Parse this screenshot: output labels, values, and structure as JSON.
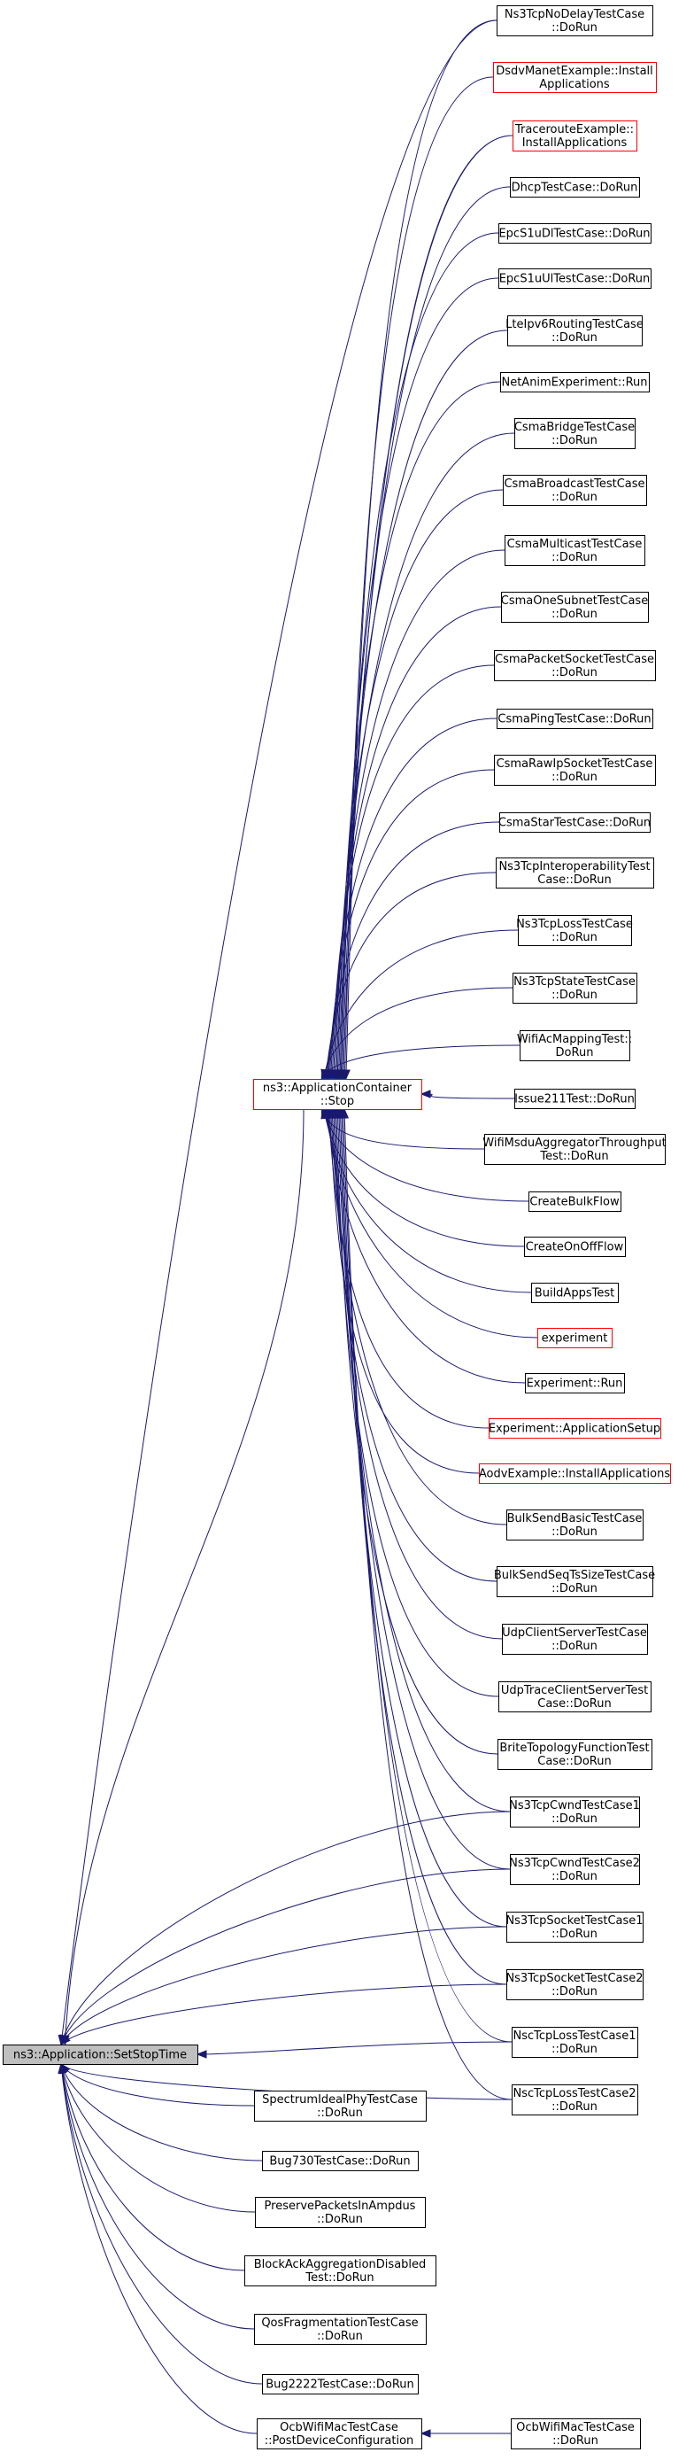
{
  "colors": {
    "edge": "#191970",
    "node_border": "#000000",
    "node_border_highlight": "#ff0000",
    "root_fill": "#bfbfbf"
  },
  "nodes": [
    {
      "id": "root",
      "lines": [
        "ns3::Application::SetStopTime"
      ],
      "style": "root"
    },
    {
      "id": "appstop",
      "lines": [
        "ns3::ApplicationContainer",
        "::Stop"
      ],
      "style": "red"
    },
    {
      "id": "r0",
      "lines": [
        "Ns3TcpNoDelayTestCase",
        "::DoRun"
      ]
    },
    {
      "id": "r1",
      "lines": [
        "DsdvManetExample::Install",
        "Applications"
      ],
      "style": "red"
    },
    {
      "id": "r2",
      "lines": [
        "TracerouteExample::",
        "InstallApplications"
      ],
      "style": "red"
    },
    {
      "id": "r3",
      "lines": [
        "DhcpTestCase::DoRun"
      ]
    },
    {
      "id": "r4",
      "lines": [
        "EpcS1uDlTestCase::DoRun"
      ]
    },
    {
      "id": "r5",
      "lines": [
        "EpcS1uUlTestCase::DoRun"
      ]
    },
    {
      "id": "r6",
      "lines": [
        "LteIpv6RoutingTestCase",
        "::DoRun"
      ]
    },
    {
      "id": "r7",
      "lines": [
        "NetAnimExperiment::Run"
      ]
    },
    {
      "id": "r8",
      "lines": [
        "CsmaBridgeTestCase",
        "::DoRun"
      ]
    },
    {
      "id": "r9",
      "lines": [
        "CsmaBroadcastTestCase",
        "::DoRun"
      ]
    },
    {
      "id": "r10",
      "lines": [
        "CsmaMulticastTestCase",
        "::DoRun"
      ]
    },
    {
      "id": "r11",
      "lines": [
        "CsmaOneSubnetTestCase",
        "::DoRun"
      ]
    },
    {
      "id": "r12",
      "lines": [
        "CsmaPacketSocketTestCase",
        "::DoRun"
      ]
    },
    {
      "id": "r13",
      "lines": [
        "CsmaPingTestCase::DoRun"
      ]
    },
    {
      "id": "r14",
      "lines": [
        "CsmaRawIpSocketTestCase",
        "::DoRun"
      ]
    },
    {
      "id": "r15",
      "lines": [
        "CsmaStarTestCase::DoRun"
      ]
    },
    {
      "id": "r16",
      "lines": [
        "Ns3TcpInteroperabilityTest",
        "Case::DoRun"
      ]
    },
    {
      "id": "r17",
      "lines": [
        "Ns3TcpLossTestCase",
        "::DoRun"
      ]
    },
    {
      "id": "r18",
      "lines": [
        "Ns3TcpStateTestCase",
        "::DoRun"
      ]
    },
    {
      "id": "r19",
      "lines": [
        "WifiAcMappingTest::",
        "DoRun"
      ]
    },
    {
      "id": "r20",
      "lines": [
        "Issue211Test::DoRun"
      ]
    },
    {
      "id": "r21",
      "lines": [
        "WifiMsduAggregatorThroughput",
        "Test::DoRun"
      ]
    },
    {
      "id": "r22",
      "lines": [
        "CreateBulkFlow"
      ]
    },
    {
      "id": "r23",
      "lines": [
        "CreateOnOffFlow"
      ]
    },
    {
      "id": "r24",
      "lines": [
        "BuildAppsTest"
      ]
    },
    {
      "id": "r25",
      "lines": [
        "experiment"
      ],
      "style": "red"
    },
    {
      "id": "r26",
      "lines": [
        "Experiment::Run"
      ]
    },
    {
      "id": "r27",
      "lines": [
        "Experiment::ApplicationSetup"
      ],
      "style": "red"
    },
    {
      "id": "r28",
      "lines": [
        "AodvExample::InstallApplications"
      ],
      "style": "red"
    },
    {
      "id": "r29",
      "lines": [
        "BulkSendBasicTestCase",
        "::DoRun"
      ]
    },
    {
      "id": "r30",
      "lines": [
        "BulkSendSeqTsSizeTestCase",
        "::DoRun"
      ]
    },
    {
      "id": "r31",
      "lines": [
        "UdpClientServerTestCase",
        "::DoRun"
      ]
    },
    {
      "id": "r32",
      "lines": [
        "UdpTraceClientServerTest",
        "Case::DoRun"
      ]
    },
    {
      "id": "r33",
      "lines": [
        "BriteTopologyFunctionTest",
        "Case::DoRun"
      ]
    },
    {
      "id": "r34",
      "lines": [
        "Ns3TcpCwndTestCase1",
        "::DoRun"
      ]
    },
    {
      "id": "r35",
      "lines": [
        "Ns3TcpCwndTestCase2",
        "::DoRun"
      ]
    },
    {
      "id": "r36",
      "lines": [
        "Ns3TcpSocketTestCase1",
        "::DoRun"
      ]
    },
    {
      "id": "r37",
      "lines": [
        "Ns3TcpSocketTestCase2",
        "::DoRun"
      ]
    },
    {
      "id": "r38",
      "lines": [
        "NscTcpLossTestCase1",
        "::DoRun"
      ]
    },
    {
      "id": "r39",
      "lines": [
        "NscTcpLossTestCase2",
        "::DoRun"
      ]
    },
    {
      "id": "m0",
      "lines": [
        "SpectrumIdealPhyTestCase",
        "::DoRun"
      ]
    },
    {
      "id": "m1",
      "lines": [
        "Bug730TestCase::DoRun"
      ]
    },
    {
      "id": "m2",
      "lines": [
        "PreservePacketsInAmpdus",
        "::DoRun"
      ]
    },
    {
      "id": "m3",
      "lines": [
        "BlockAckAggregationDisabled",
        "Test::DoRun"
      ]
    },
    {
      "id": "m4",
      "lines": [
        "QosFragmentationTestCase",
        "::DoRun"
      ]
    },
    {
      "id": "m5",
      "lines": [
        "Bug2222TestCase::DoRun"
      ]
    },
    {
      "id": "m6",
      "lines": [
        "OcbWifiMacTestCase",
        "::PostDeviceConfiguration"
      ]
    },
    {
      "id": "o0",
      "lines": [
        "OcbWifiMacTestCase",
        "::DoRun"
      ]
    }
  ],
  "edges": [
    {
      "from": "appstop",
      "to": "root"
    },
    {
      "from": "r0",
      "to": "appstop"
    },
    {
      "from": "r1",
      "to": "appstop"
    },
    {
      "from": "r2",
      "to": "appstop"
    },
    {
      "from": "r3",
      "to": "appstop"
    },
    {
      "from": "r4",
      "to": "appstop"
    },
    {
      "from": "r5",
      "to": "appstop"
    },
    {
      "from": "r6",
      "to": "appstop"
    },
    {
      "from": "r7",
      "to": "appstop"
    },
    {
      "from": "r8",
      "to": "appstop"
    },
    {
      "from": "r9",
      "to": "appstop"
    },
    {
      "from": "r10",
      "to": "appstop"
    },
    {
      "from": "r11",
      "to": "appstop"
    },
    {
      "from": "r12",
      "to": "appstop"
    },
    {
      "from": "r13",
      "to": "appstop"
    },
    {
      "from": "r14",
      "to": "appstop"
    },
    {
      "from": "r15",
      "to": "appstop"
    },
    {
      "from": "r16",
      "to": "appstop"
    },
    {
      "from": "r17",
      "to": "appstop"
    },
    {
      "from": "r18",
      "to": "appstop"
    },
    {
      "from": "r19",
      "to": "appstop"
    },
    {
      "from": "r20",
      "to": "appstop"
    },
    {
      "from": "r21",
      "to": "appstop"
    },
    {
      "from": "r22",
      "to": "appstop"
    },
    {
      "from": "r23",
      "to": "appstop"
    },
    {
      "from": "r24",
      "to": "appstop"
    },
    {
      "from": "r25",
      "to": "appstop"
    },
    {
      "from": "r26",
      "to": "appstop"
    },
    {
      "from": "r27",
      "to": "appstop"
    },
    {
      "from": "r28",
      "to": "appstop"
    },
    {
      "from": "r29",
      "to": "appstop"
    },
    {
      "from": "r30",
      "to": "appstop"
    },
    {
      "from": "r31",
      "to": "appstop"
    },
    {
      "from": "r32",
      "to": "appstop"
    },
    {
      "from": "r33",
      "to": "appstop"
    },
    {
      "from": "r34",
      "to": "appstop"
    },
    {
      "from": "r35",
      "to": "appstop"
    },
    {
      "from": "r36",
      "to": "appstop"
    },
    {
      "from": "r37",
      "to": "appstop"
    },
    {
      "from": "r38",
      "to": "appstop"
    },
    {
      "from": "r39",
      "to": "appstop"
    },
    {
      "from": "r0",
      "to": "root"
    },
    {
      "from": "r34",
      "to": "root"
    },
    {
      "from": "r35",
      "to": "root"
    },
    {
      "from": "r36",
      "to": "root"
    },
    {
      "from": "r37",
      "to": "root"
    },
    {
      "from": "r38",
      "to": "root"
    },
    {
      "from": "r39",
      "to": "root"
    },
    {
      "from": "m0",
      "to": "root"
    },
    {
      "from": "m1",
      "to": "root"
    },
    {
      "from": "m2",
      "to": "root"
    },
    {
      "from": "m3",
      "to": "root"
    },
    {
      "from": "m4",
      "to": "root"
    },
    {
      "from": "m5",
      "to": "root"
    },
    {
      "from": "m6",
      "to": "root"
    },
    {
      "from": "o0",
      "to": "m6"
    }
  ]
}
